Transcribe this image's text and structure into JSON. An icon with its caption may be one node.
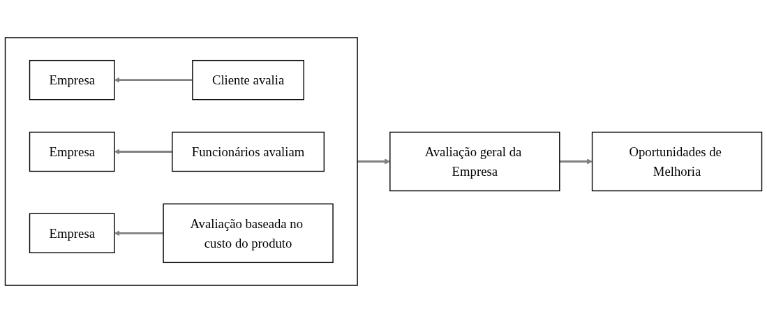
{
  "diagram": {
    "nodes": [
      {
        "text": [],
        "shape": "box"
      },
      {
        "text": [
          "Empresa"
        ],
        "in": 0
      },
      {
        "text": [
          "Cliente avalia"
        ],
        "in": 0
      },
      {
        "text": [
          "Empresa"
        ],
        "in": 0
      },
      {
        "text": [
          "Funcionários avaliam"
        ],
        "in": 0
      },
      {
        "text": [
          "Empresa"
        ],
        "in": 0
      },
      {
        "text": [
          "Avaliação baseada no custo do produto"
        ],
        "in": 0
      },
      {
        "text": [
          "Avaliação geral da Empresa"
        ]
      },
      {
        "text": [
          "Oportunidades de Melhoria"
        ]
      }
    ],
    "edges": [
      {
        "from": 2,
        "to": 1,
        "arrow": "to"
      },
      {
        "from": 4,
        "to": 3,
        "arrow": "to"
      },
      {
        "from": 6,
        "to": 5,
        "arrow": "to"
      },
      {
        "from": 0,
        "to": 7,
        "arrow": "to"
      },
      {
        "from": 7,
        "to": 8,
        "arrow": "to"
      }
    ]
  }
}
